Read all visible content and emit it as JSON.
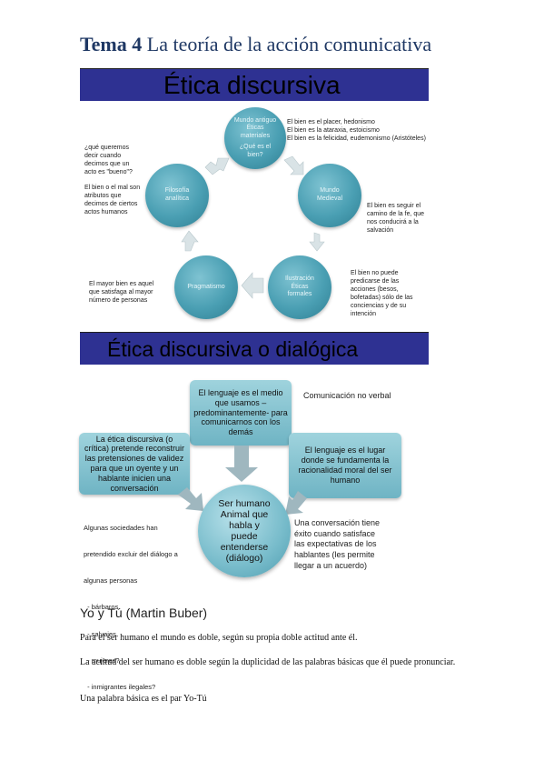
{
  "header": {
    "tema_bold": "Tema 4",
    "tema_rest": "La teoría de la acción comunicativa"
  },
  "diagram1": {
    "banner": "Ética discursiva",
    "circles": {
      "mundo_antiguo": [
        "Mundo antiguo",
        "Éticas",
        "materiales",
        "¿Qué es el",
        "bien?"
      ],
      "mundo_medieval": [
        "Mundo",
        "Medieval"
      ],
      "ilustracion": [
        "Ilustración",
        "Éticas",
        "formales"
      ],
      "pragmatismo": [
        "Pragmatismo"
      ],
      "filosofia_analitica": [
        "Filosofía",
        "analítica"
      ]
    },
    "notes": {
      "antiguo": [
        "El bien es el placer, hedonismo",
        "El bien es la ataraxia, estoicismo",
        "El bien es la felicidad, eudemonismo (Aristóteles)"
      ],
      "medieval": [
        "El bien es seguir el",
        "camino de la fe, que",
        "nos conducirá a la",
        "salvación"
      ],
      "ilustracion": [
        "El bien no puede",
        "predicarse de las",
        "acciones (besos,",
        "bofetadas) sólo de las",
        "conciencias y de su",
        "intención"
      ],
      "pragmatismo": [
        "El mayor bien es aquel",
        "que satisfaga al mayor",
        "número de personas"
      ],
      "analitica_q": [
        "¿qué queremos",
        "decir cuando",
        "decimos que un",
        "acto es \"bueno\"?"
      ],
      "analitica": [
        "El bien o el mal son",
        "atributos que",
        "decimos de ciertos",
        "actos humanos"
      ]
    }
  },
  "diagram2": {
    "banner": "Ética discursiva o dialógica",
    "box_top": "El lenguaje es el medio que usamos –predominantemente- para comunicarnos con los demás",
    "box_left": "La ética discursiva (o crítica) pretende reconstruir las pretensiones de validez para que un oyente y un hablante inicien una conversación",
    "box_right": "El lenguaje es el lugar donde se fundamenta la racionalidad moral del ser humano",
    "center": [
      "Ser humano",
      "Animal que",
      "habla y",
      "puede",
      "entenderse",
      "(diálogo)"
    ],
    "nonverbal": "Comunicación no verbal",
    "exclusion": [
      "Algunas sociedades han",
      "pretendido excluir del diálogo a",
      "algunas personas",
      "  - bárbaros",
      "  - salvajes",
      "  - mujeres?",
      "  - inmigrantes ilegales?"
    ],
    "conversation": [
      "Una conversación tiene",
      "éxito cuando satisface",
      "las expectativas de los",
      "hablantes (les permite",
      "llegar a un acuerdo)"
    ]
  },
  "section": {
    "heading": "Yo y Tú (Martin Buber)",
    "p1": "Para el ser humano el mundo es doble, según su propia doble actitud ante él.",
    "p2": "La actitud del ser humano es doble según la duplicidad de las palabras básicas que él puede pronunciar.",
    "p3": "Una palabra básica es el par Yo-Tú"
  }
}
